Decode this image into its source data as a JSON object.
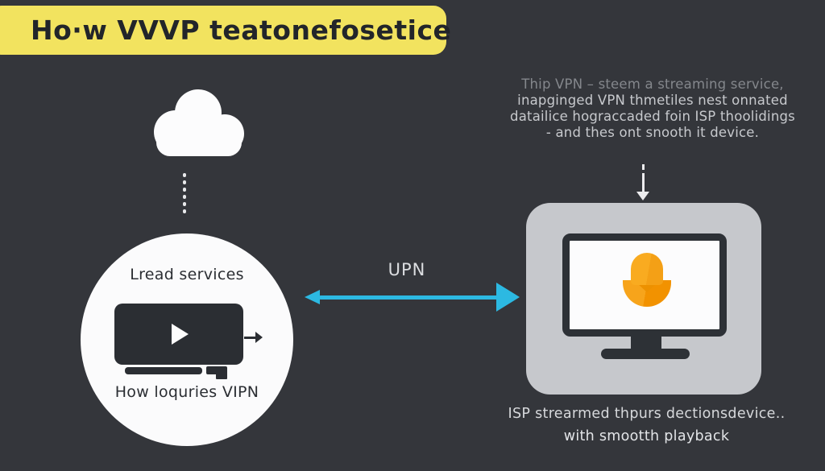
{
  "banner": {
    "title": "Ho·w VVVP teatonefosetice"
  },
  "source_circle": {
    "top_label": "Lread services",
    "bottom_label": "How loquries VIPN"
  },
  "vpn_link": {
    "label": "UPN"
  },
  "device_note": {
    "lines": [
      "Thip VPN – steem a streaming service,",
      "inapginged VPN thmetiles nest onnated",
      "datailice hograccaded foin ISP thoolidings",
      "- and thes ont snooth it device."
    ]
  },
  "result_caption": {
    "lines": [
      "ISP strearmed thpurs dectionsdevice..",
      "with smootth playback"
    ]
  },
  "icons": {
    "cloud": "cloud-icon",
    "dotted_connector": "dotted-line-icon",
    "tv": "tv-icon",
    "play": "play-icon",
    "remote": "remote-icon",
    "tv_arrow": "arrow-right-icon",
    "vpn_arrow": "double-arrow-icon",
    "down_arrow": "arrow-down-icon",
    "monitor": "monitor-icon",
    "orange_glyph": "microphone-icon"
  },
  "colors": {
    "background": "#34363b",
    "banner_yellow": "#f2e35f",
    "accent_cyan": "#2cb9e2",
    "accent_orange": "#f7a41b",
    "panel_gray": "#c6c8cc",
    "dark_shape": "#2b2e33",
    "white": "#fbfbfc"
  }
}
